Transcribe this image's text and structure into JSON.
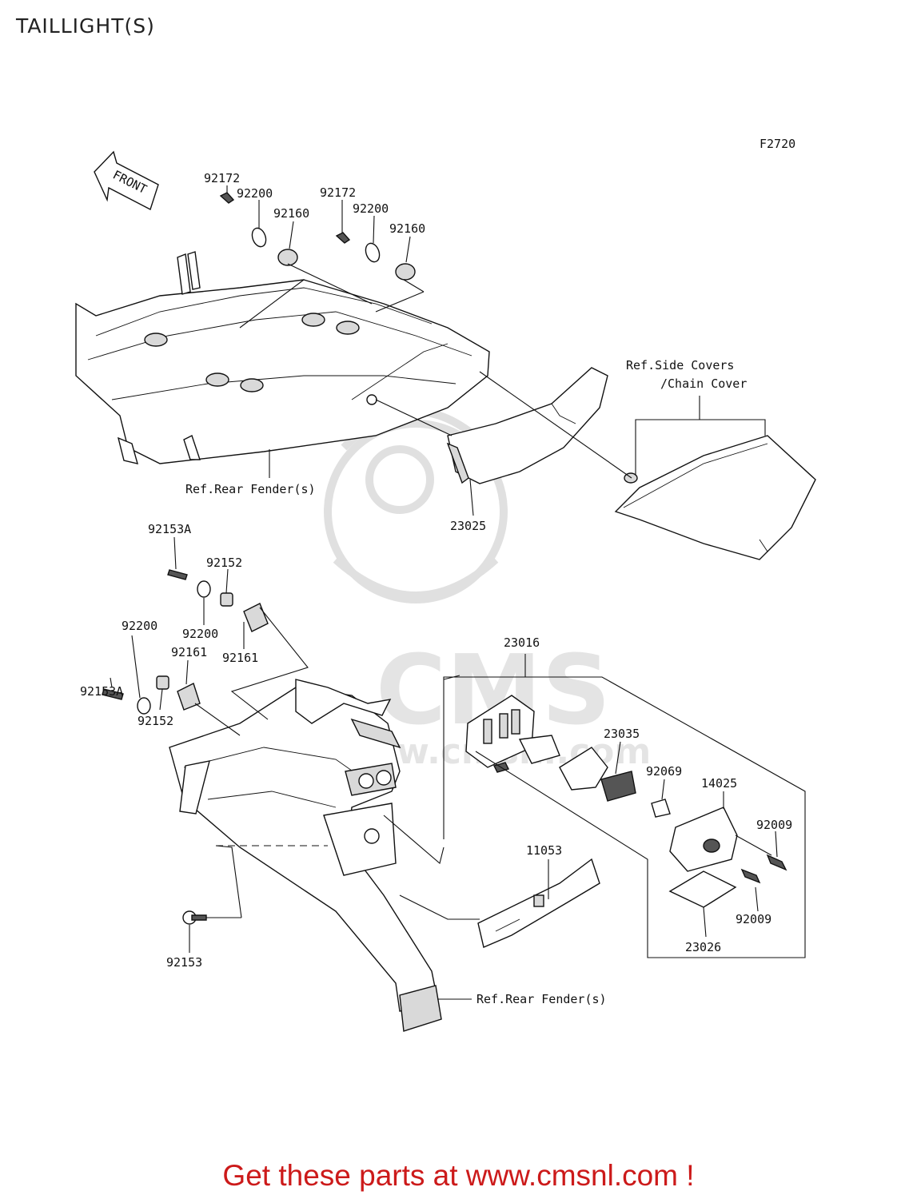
{
  "page_title": "TAILLIGHT(S)",
  "figure_code": "F2720",
  "front_arrow_label": "FRONT",
  "labels": {
    "p92172_a": "92172",
    "p92200_a": "92200",
    "p92160_a": "92160",
    "p92172_b": "92172",
    "p92200_b": "92200",
    "p92160_b": "92160",
    "ref_side_covers_1": "Ref.Side Covers",
    "ref_side_covers_2": "/Chain Cover",
    "ref_rear_fender_top": "Ref.Rear Fender(s)",
    "p23025": "23025",
    "p92153A_a": "92153A",
    "p92152_a": "92152",
    "p92200_c": "92200",
    "p92200_d": "92200",
    "p92161_a": "92161",
    "p92161_b": "92161",
    "p92153A_b": "92153A",
    "p92152_b": "92152",
    "p23016": "23016",
    "p23035": "23035",
    "p92069": "92069",
    "p14025": "14025",
    "p92009_a": "92009",
    "p92009_b": "92009",
    "p23026": "23026",
    "p11053": "11053",
    "p92153": "92153",
    "ref_rear_fender_bottom": "Ref.Rear Fender(s)"
  },
  "watermark": {
    "brand": "CMS",
    "url": "www.cmsnl.com"
  },
  "footer_text": "Get these parts at www.cmsnl.com !",
  "colors": {
    "footer": "#cc1a1a",
    "watermark": "#c8c8c8"
  }
}
